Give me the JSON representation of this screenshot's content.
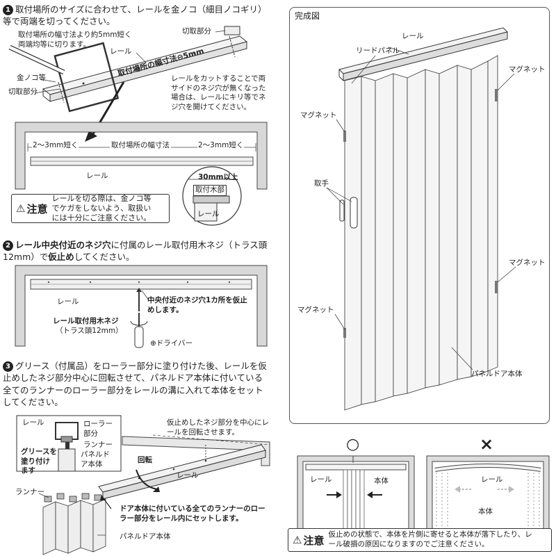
{
  "step1": {
    "number": "1",
    "instruction": "取付場所のサイズに合わせて、レールを金ノコ（細目ノコギリ）等で両端を切ってください。",
    "note_short": "取付場所の幅寸法より約5mm短く両端均等に切ります。",
    "label_kinoko": "金ノコ等",
    "label_cut_left": "切取部分",
    "label_cut_right": "切取部分",
    "label_rail": "レール",
    "formula": "取付場所の幅寸法⊖5mm",
    "note_holes": "レールをカットすることで両サイドのネジ穴が無くなった場合は、レールにキリ等でネジ穴を開けてください。",
    "dim_left": "2〜3mm短く",
    "dim_center": "取付場所の幅寸法",
    "dim_right": "2〜3mm短く",
    "label_rail_bottom": "レール",
    "detail_size": "30mm以上",
    "detail_wood": "取付木部",
    "detail_rail": "レール",
    "caution_title": "注意",
    "caution_text": "レールを切る際は、金ノコ等でケガをしないよう、取扱いには十分にご注意ください。"
  },
  "step2": {
    "number": "2",
    "instruction_bold1": "レール中央付近のネジ穴",
    "instruction_mid": "に付属のレール取付用木ネジ（トラス頭12mm）で",
    "instruction_bold2": "仮止め",
    "instruction_end": "してください。",
    "label_rail": "レール",
    "callout": "中央付近のネジ穴1カ所を仮止めします。",
    "screw_label": "レール取付用木ネジ",
    "screw_sub": "（トラス頭12mm）",
    "driver_label": "⊕ドライバー"
  },
  "step3": {
    "number": "3",
    "instruction": "グリース（付属品）をローラー部分に塗り付けた後、レールを仮止めしたネジ部分中心に回転させて、パネルドア本体に付いている全てのランナーのローラー部分をレールの溝に入れて本体をセットしてください。",
    "label_rail_detail": "レール",
    "label_roller": "ローラー部分",
    "label_runner_detail": "ランナー",
    "label_grease": "グリースを塗り付けます",
    "label_panel_detail": "パネルドア本体",
    "label_rotate_note": "仮止めしたネジ部分を中心にレールを回転させます。",
    "label_rotate": "回転",
    "label_rail_main": "レール",
    "label_runner_main": "ランナー",
    "label_set_note": "ドア本体に付いている全てのランナーのローラー部分をレール内にセットします。",
    "label_panel_main": "パネルドア本体"
  },
  "completion": {
    "title": "完成図",
    "label_rail": "レール",
    "label_lead_panel": "リードパネル",
    "label_magnet_tr": "マグネット",
    "label_magnet_l": "マグネット",
    "label_handle": "取手",
    "label_magnet_r": "マグネット",
    "label_magnet_bl": "マグネット",
    "label_panel_body": "パネルドア本体"
  },
  "compare": {
    "ok_symbol": "○",
    "ng_symbol": "×",
    "ok_rail": "レール",
    "ok_body": "本体",
    "ng_rail": "レール",
    "ng_body": "本体"
  },
  "caution_bottom": {
    "title": "注意",
    "text": "仮止めの状態で、本体を片側に寄せると本体が落下したり、レール破損の原因になりますのでご注意ください。"
  }
}
